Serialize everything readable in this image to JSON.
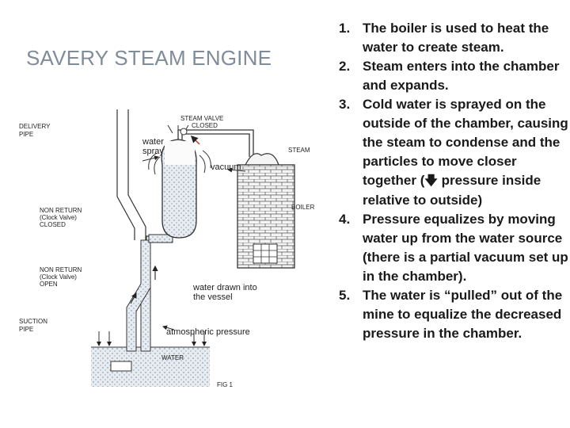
{
  "title": "SAVERY STEAM ENGINE",
  "steps": [
    {
      "num": "1.",
      "text": "The boiler is used to heat the water to create steam."
    },
    {
      "num": "2.",
      "text": "Steam enters into the chamber and expands."
    },
    {
      "num": "3.",
      "before": "Cold water is sprayed on the outside of the chamber, causing the steam to condense and the particles to move closer together (",
      "icon": "down-arrow-icon",
      "after": " pressure inside relative to outside)"
    },
    {
      "num": "4.",
      "text": "Pressure equalizes by moving water up from the water source (there is a partial vacuum set up in the chamber)."
    },
    {
      "num": "5.",
      "text": "The water is “pulled” out of the mine to equalize the decreased pressure in the chamber."
    }
  ],
  "figure": {
    "delivery_pipe": [
      "DELIVERY",
      "PIPE"
    ],
    "steam_valve": [
      "STEAM VALVE",
      "CLOSED"
    ],
    "water_spray": [
      "water",
      "spray"
    ],
    "vacuum": "vacuum",
    "steam": "STEAM",
    "boiler": "BOILER",
    "non_return_closed": [
      "NON RETURN",
      "(Clock Valve)",
      "CLOSED"
    ],
    "non_return_open": [
      "NON RETURN",
      "(Clock Valve)",
      "OPEN"
    ],
    "water_drawn": [
      "water drawn into",
      "the vessel"
    ],
    "suction_pipe": [
      "SUCTION",
      "PIPE"
    ],
    "atmospheric": "atmospheric pressure",
    "water": "WATER",
    "fig": "FIG 1"
  }
}
